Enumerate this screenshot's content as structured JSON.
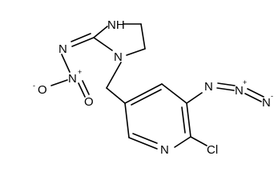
{
  "molecule": {
    "atoms": {
      "nh": "NH",
      "ring_n": "N",
      "imine_n": "N",
      "nitro_n": "N",
      "nitro_plus": "+",
      "o_minus_left": "O",
      "o_minus_left_charge": "-",
      "o_right": "O",
      "pyridine_n": "N",
      "cl": "Cl",
      "azide_n1": "N",
      "azide_n2": "N",
      "azide_n2_charge": "+",
      "azide_n3": "N",
      "azide_n3_charge": "-"
    }
  }
}
